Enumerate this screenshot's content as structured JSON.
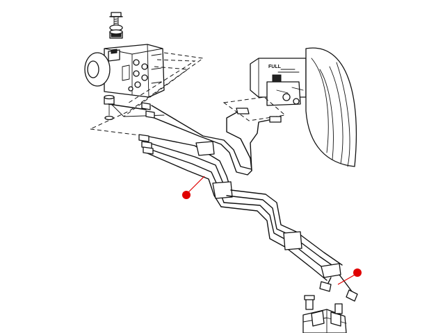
{
  "diagram": {
    "reservoir_label": "FULL",
    "highlight_color": "#e00000",
    "line_color": "#111111",
    "callouts": [
      {
        "name": "brake-line-callout-left"
      },
      {
        "name": "brake-line-callout-right"
      }
    ]
  }
}
